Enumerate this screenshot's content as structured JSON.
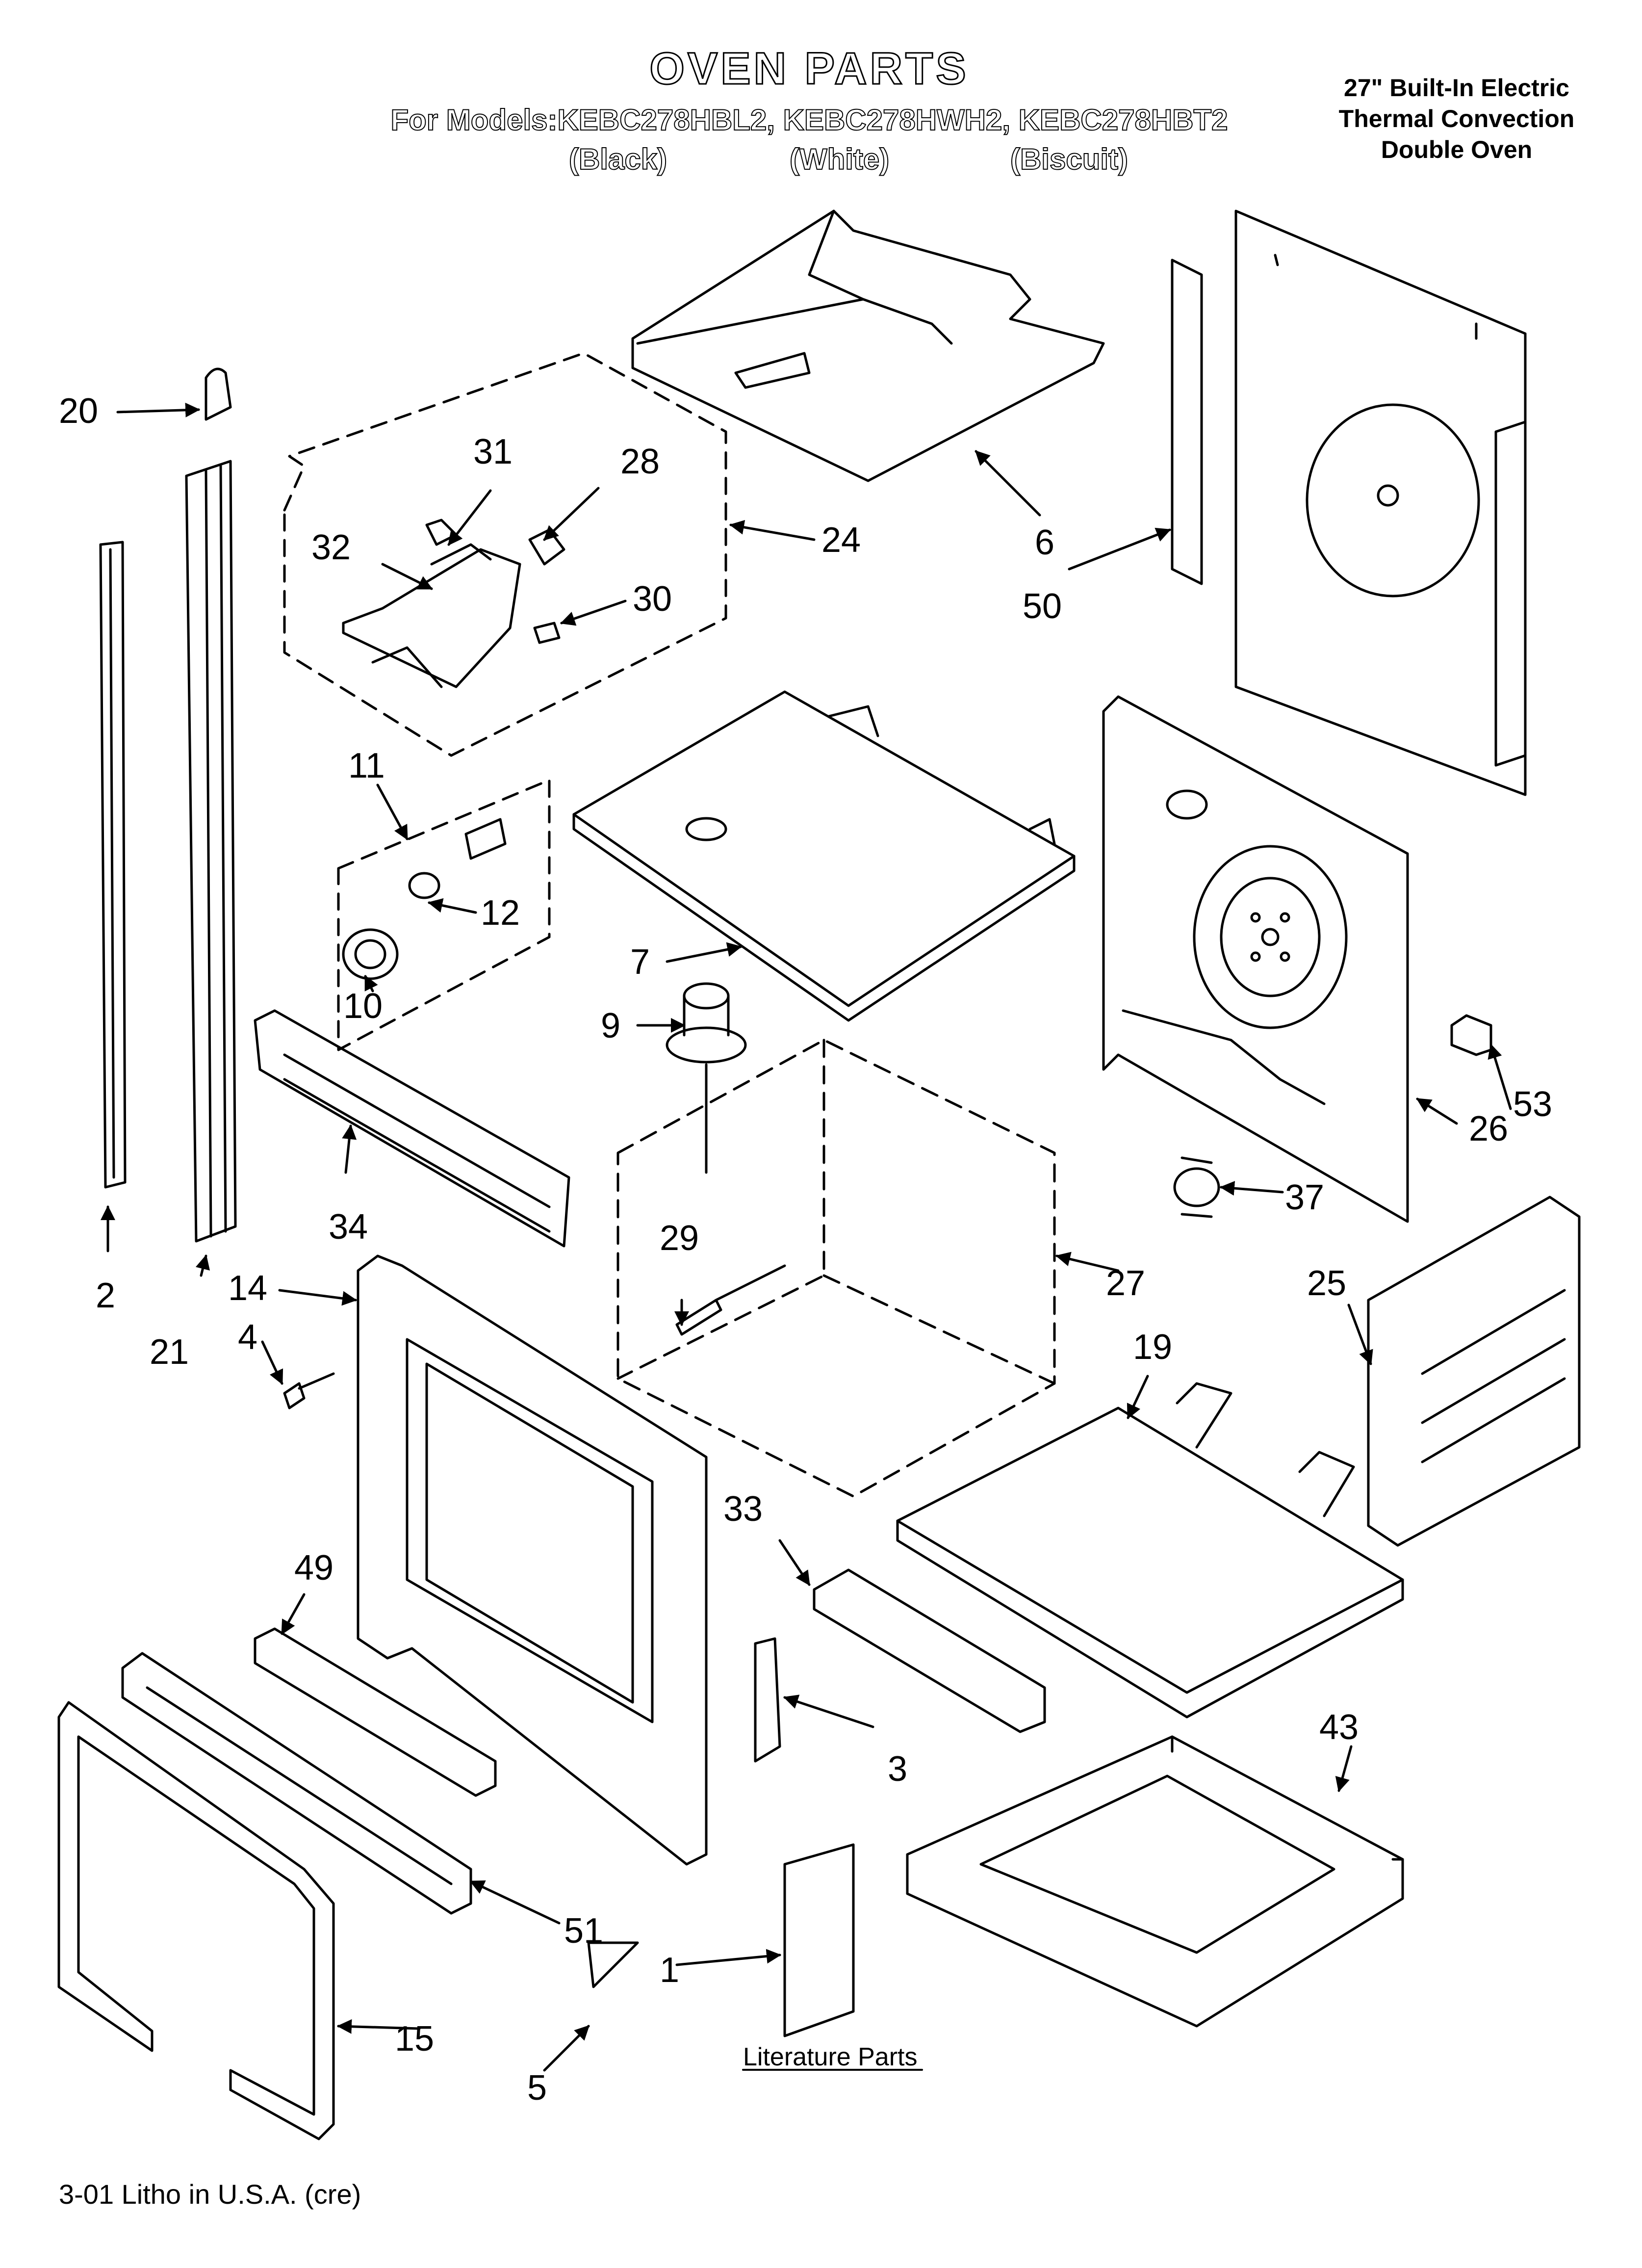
{
  "header": {
    "title": "OVEN PARTS",
    "models_line": "For Models:KEBC278HBL2, KEBC278HWH2, KEBC278HBT2",
    "colors": [
      "(Black)",
      "(White)",
      "(Biscuit)"
    ]
  },
  "description": [
    "27\" Built-In Electric",
    "Thermal Convection",
    "Double Oven"
  ],
  "footer": "3-01 Litho in U.S.A. (cre)",
  "literature_label": "Literature Parts",
  "callouts": {
    "c1": "1",
    "c2": "2",
    "c3": "3",
    "c4": "4",
    "c5": "5",
    "c6": "6",
    "c7": "7",
    "c9": "9",
    "c10": "10",
    "c11": "11",
    "c12": "12",
    "c14": "14",
    "c15": "15",
    "c19": "19",
    "c20": "20",
    "c21": "21",
    "c24": "24",
    "c25": "25",
    "c26": "26",
    "c27": "27",
    "c28": "28",
    "c29": "29",
    "c30": "30",
    "c31": "31",
    "c32": "32",
    "c33": "33",
    "c34": "34",
    "c37": "37",
    "c43": "43",
    "c49": "49",
    "c50": "50",
    "c51": "51",
    "c53": "53"
  }
}
